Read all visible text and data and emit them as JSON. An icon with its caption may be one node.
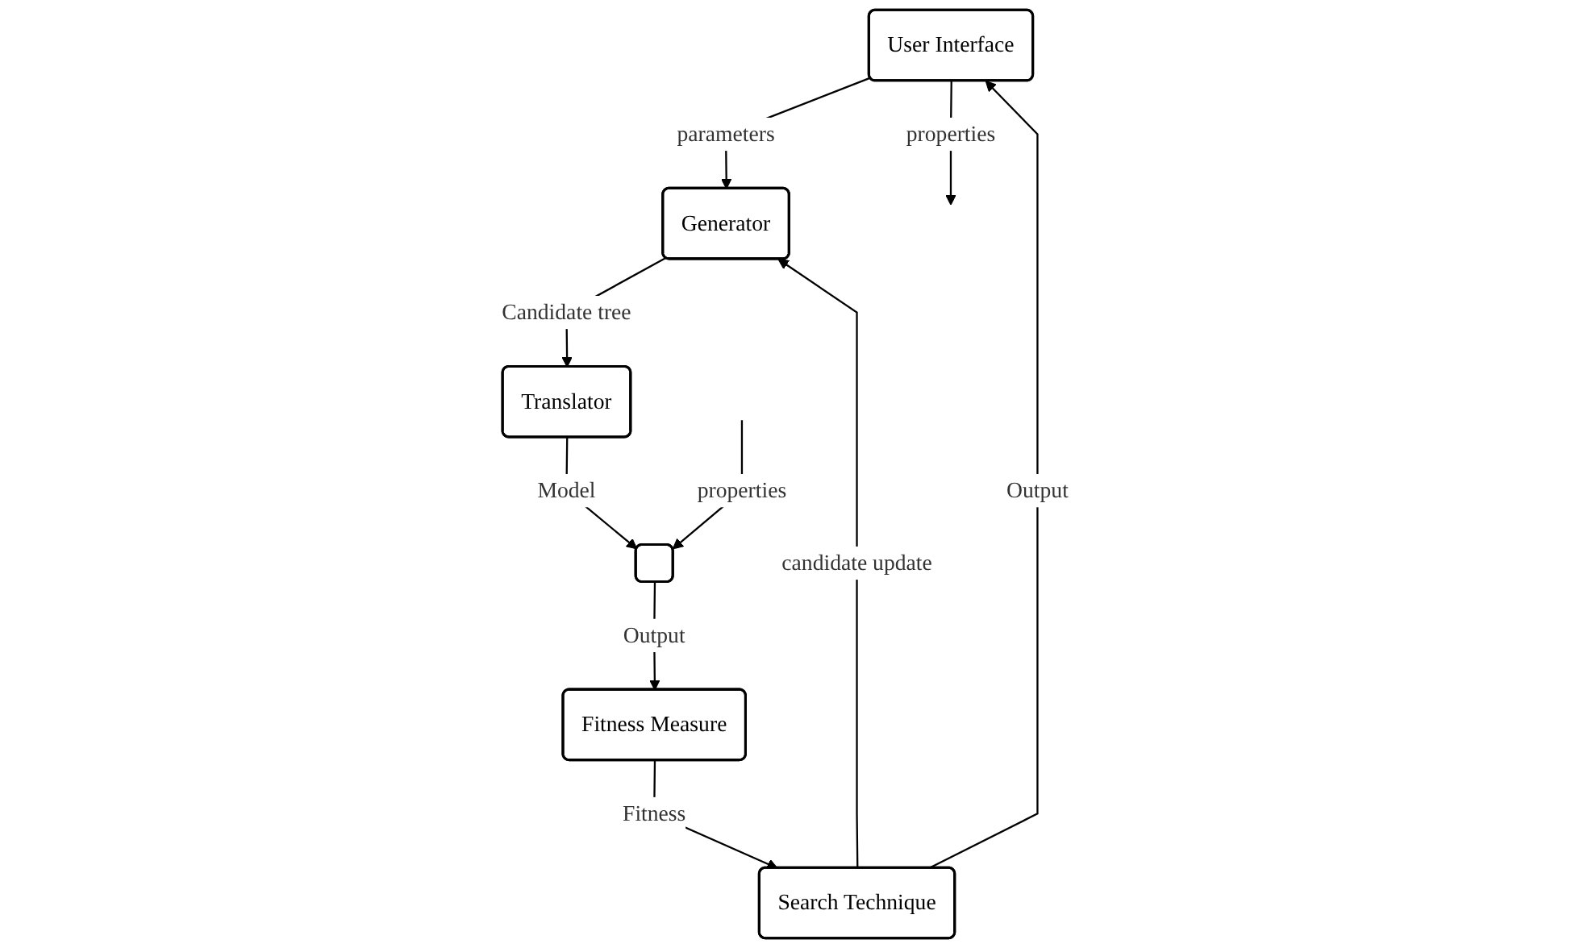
{
  "diagram": {
    "nodes": [
      {
        "text": [
          "User Interface"
        ]
      },
      {
        "text": [
          "Generator"
        ]
      },
      {
        "text": [
          "Search Technique"
        ]
      },
      {
        "text": [
          "Translator"
        ]
      },
      {
        "text": [],
        "shape": "box"
      },
      {
        "text": [
          "Fitness Measure"
        ]
      }
    ],
    "edges": [
      {
        "from": 0,
        "to": 1,
        "label": "parameters",
        "arrow": "to"
      },
      {
        "from": 0,
        "to": null,
        "label": "properties",
        "arrow": "to"
      },
      {
        "from": 2,
        "to": 0,
        "label": "Output",
        "arrow": "to"
      },
      {
        "from": 2,
        "to": 1,
        "label": "candidate update",
        "arrow": "to"
      },
      {
        "from": 1,
        "to": 3,
        "label": "Candidate tree",
        "arrow": "to"
      },
      {
        "from": null,
        "to": 4,
        "label": "properties",
        "arrow": "to"
      },
      {
        "from": 3,
        "to": 4,
        "label": "Model",
        "arrow": "to"
      },
      {
        "from": 4,
        "to": 5,
        "label": "Output",
        "arrow": "to"
      },
      {
        "from": 5,
        "to": 2,
        "label": "Fitness",
        "arrow": "to"
      }
    ]
  }
}
